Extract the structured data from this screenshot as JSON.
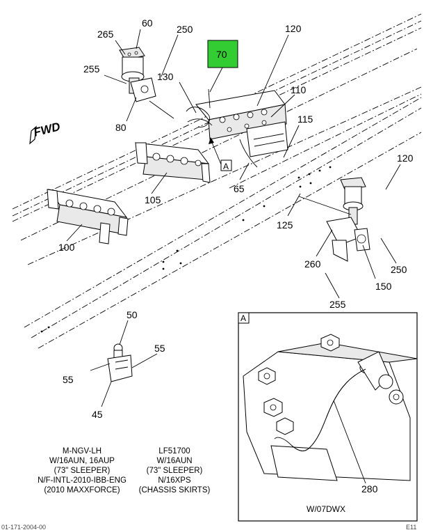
{
  "callouts": {
    "c60": "60",
    "c265": "265",
    "c250a": "250",
    "c255a": "255",
    "c80": "80",
    "c70": "70",
    "c130": "130",
    "c120a": "120",
    "c110": "110",
    "c115": "115",
    "c120b": "120",
    "c105": "105",
    "c65": "65",
    "c125": "125",
    "c100": "100",
    "c260": "260",
    "c250b": "250",
    "c150": "150",
    "c255b": "255",
    "c50": "50",
    "c55a": "55",
    "c55b": "55",
    "c45": "45",
    "c280": "280"
  },
  "view_marker": "A",
  "detail_label": "A",
  "forward_label": "FWD",
  "highlight_color": "#33cc33",
  "notes": {
    "left": [
      "M-NGV-LH",
      "W/16AUN, 16AUP",
      "(73\" SLEEPER)",
      "N/F-INTL-2010-IBB-ENG",
      "(2010 MAXXFORCE)"
    ],
    "middle": [
      "LF51700",
      "W/16AUN",
      "(73\" SLEEPER)",
      "N/16XPS",
      "(CHASSIS SKIRTS)"
    ]
  },
  "detail_caption": "W/07DWX",
  "footer": {
    "left": "01-171-2004-00",
    "right": "E11"
  }
}
